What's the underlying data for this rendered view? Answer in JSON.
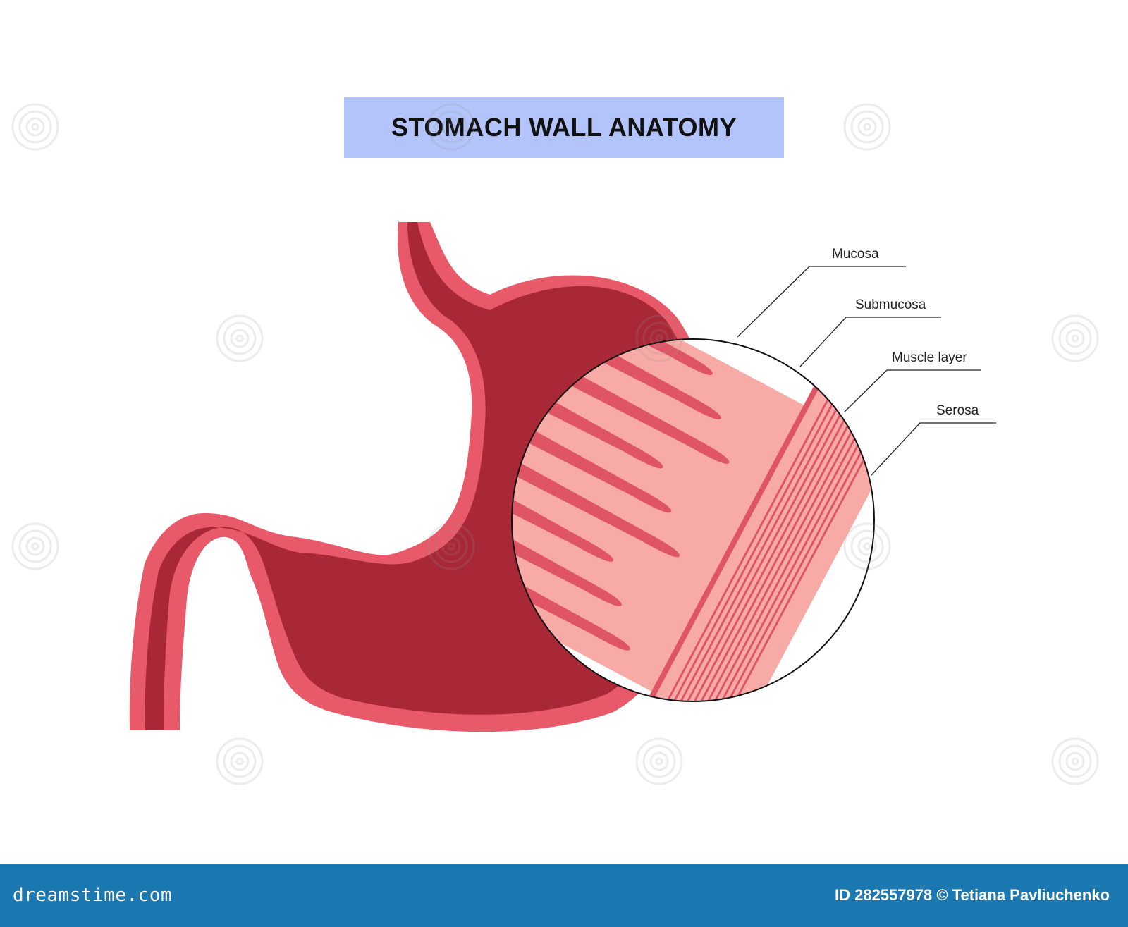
{
  "title": "STOMACH WALL ANATOMY",
  "labels": {
    "mucosa": "Mucosa",
    "submucosa": "Submucosa",
    "muscle_layer": "Muscle layer",
    "serosa": "Serosa"
  },
  "footer": {
    "logo": "dreamstime.com",
    "credit": "ID 282557978 © Tetiana Pavliuchenko"
  },
  "colors": {
    "title_bg": "#b3c4fb",
    "stomach_outer": "#e85a6a",
    "stomach_inner": "#a82838",
    "tissue_light": "#f7aaa6",
    "tissue_dark": "#e05566",
    "footer_bg": "#1c78b0"
  },
  "icons": {
    "watermark": "dreamstime-swirl-icon"
  }
}
